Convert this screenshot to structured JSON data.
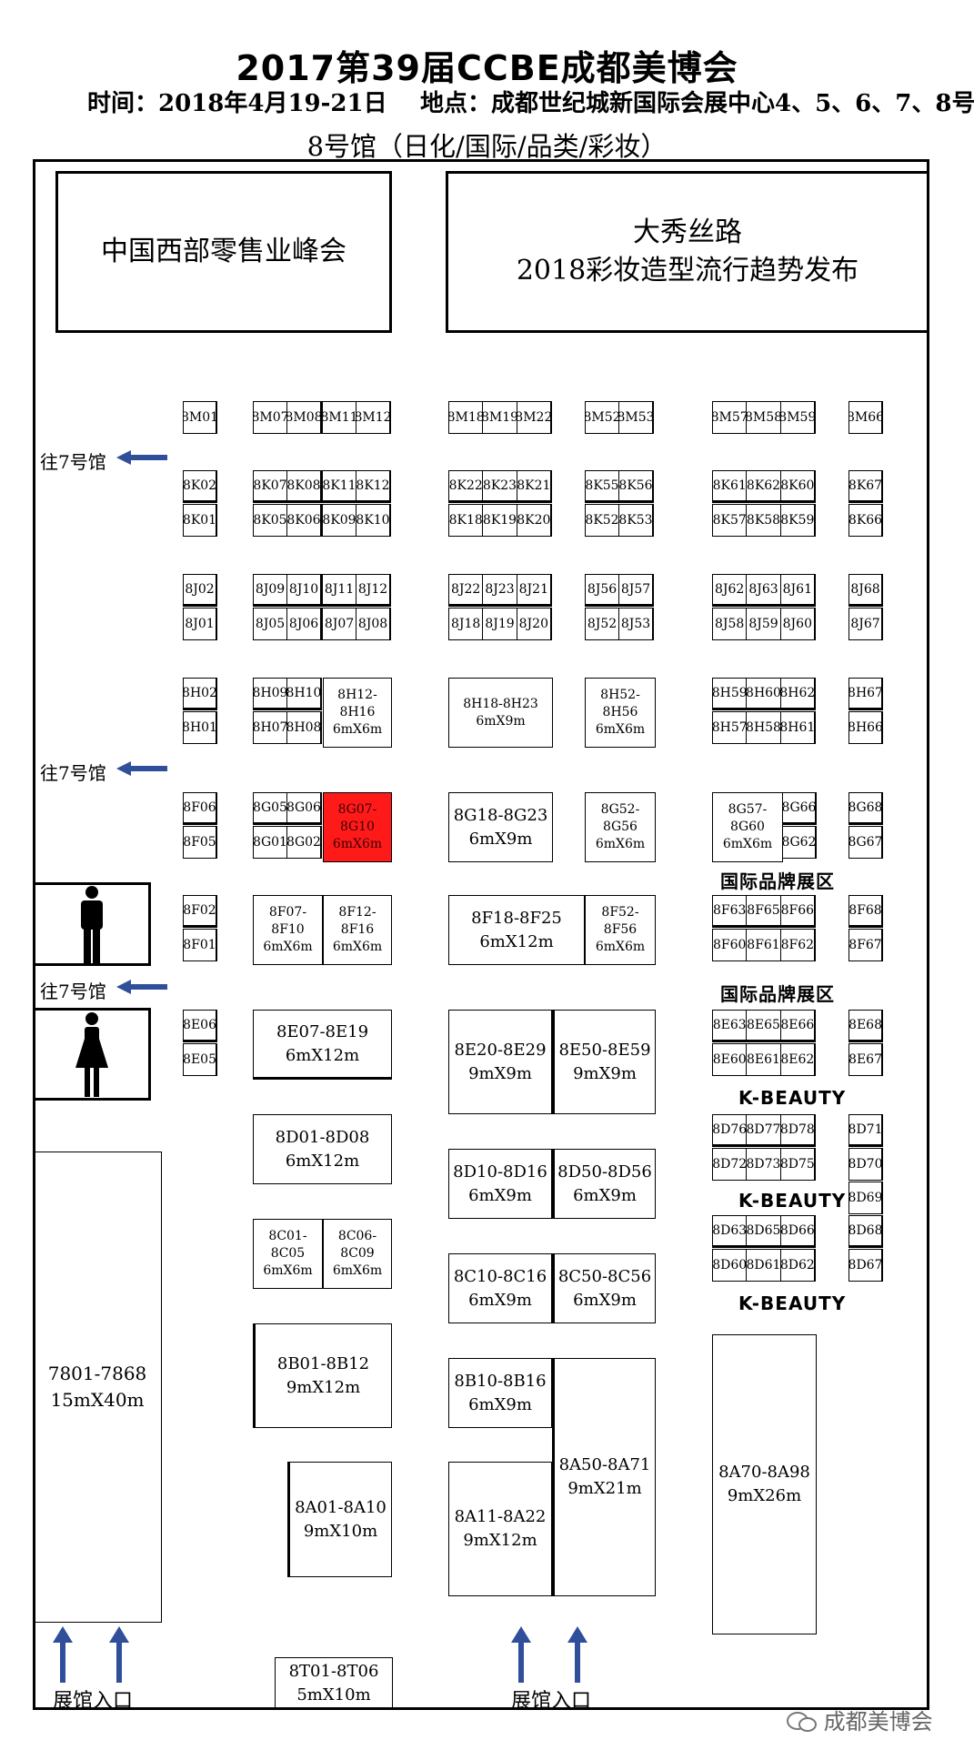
{
  "header": {
    "title": "2017第39届CCBE成都美博会",
    "time": "时间：2018年4月19-21日",
    "location": "地点：成都世纪城新国际会展中心4、5、6、7、8号",
    "hall": "8号馆（日化/国际/品类/彩妆）"
  },
  "venues": {
    "summit": "中国西部零售业峰会",
    "show_line1": "大秀丝路",
    "show_line2": "2018彩妆造型流行趋势发布"
  },
  "labels": {
    "to_hall7": "往7号馆",
    "intl_brand": "国际品牌展区",
    "kbeauty": "K-BEAUTY",
    "entrance": "展馆入口",
    "logo": "成都美博会"
  },
  "rows": {
    "M": [
      [
        "8M01"
      ],
      [
        "8M07",
        "8M08",
        "8M11",
        "8M12"
      ],
      [
        "8M18",
        "8M19",
        "8M22"
      ],
      [
        "8M52",
        "8M53"
      ],
      [
        "8M57",
        "8M58",
        "8M59"
      ],
      [
        "8M66"
      ]
    ],
    "K2": [
      [
        "8K02"
      ],
      [
        "8K07",
        "8K08",
        "8K11",
        "8K12"
      ],
      [
        "8K22",
        "8K23",
        "8K21"
      ],
      [
        "8K55",
        "8K56"
      ],
      [
        "8K61",
        "8K62",
        "8K60"
      ],
      [
        "8K67"
      ]
    ],
    "K1": [
      [
        "8K01"
      ],
      [
        "8K05",
        "8K06",
        "8K09",
        "8K10"
      ],
      [
        "8K18",
        "8K19",
        "8K20"
      ],
      [
        "8K52",
        "8K53"
      ],
      [
        "8K57",
        "8K58",
        "8K59"
      ],
      [
        "8K66"
      ]
    ],
    "J2": [
      [
        "8J02"
      ],
      [
        "8J09",
        "8J10",
        "8J11",
        "8J12"
      ],
      [
        "8J22",
        "8J23",
        "8J21"
      ],
      [
        "8J56",
        "8J57"
      ],
      [
        "8J62",
        "8J63",
        "8J61"
      ],
      [
        "8J68"
      ]
    ],
    "J1": [
      [
        "8J01"
      ],
      [
        "8J05",
        "8J06",
        "8J07",
        "8J08"
      ],
      [
        "8J18",
        "8J19",
        "8J20"
      ],
      [
        "8J52",
        "8J53"
      ],
      [
        "8J58",
        "8J59",
        "8J60"
      ],
      [
        "8J67"
      ]
    ],
    "H2": [
      [
        "8H02"
      ],
      [
        "8H09",
        "8H10"
      ],
      [
        "8H59",
        "8H60",
        "8H62"
      ],
      [
        "8H67"
      ]
    ],
    "H1": [
      [
        "8H01"
      ],
      [
        "8H07",
        "8H08"
      ],
      [
        "8H57",
        "8H58",
        "8H61"
      ],
      [
        "8H66"
      ]
    ],
    "G2": [
      [
        "8F06"
      ],
      [
        "8G05",
        "8G06"
      ],
      [
        "8G66"
      ],
      [
        "8G68"
      ]
    ],
    "G1": [
      [
        "8F05"
      ],
      [
        "8G01",
        "8G02"
      ],
      [
        "8G62"
      ],
      [
        "8G67"
      ]
    ],
    "F2": [
      [
        "8F02"
      ],
      [
        "8F63",
        "8F65",
        "8F66"
      ],
      [
        "8F68"
      ]
    ],
    "F1": [
      [
        "8F01"
      ],
      [
        "8F60",
        "8F61",
        "8F62"
      ],
      [
        "8F67"
      ]
    ],
    "E2": [
      [
        "8E06"
      ],
      [
        "8E63",
        "8E65",
        "8E66"
      ],
      [
        "8E68"
      ]
    ],
    "E1": [
      [
        "8E05"
      ],
      [
        "8E60",
        "8E61",
        "8E62"
      ],
      [
        "8E67"
      ]
    ],
    "D2": [
      [
        "8D76",
        "8D77",
        "8D78"
      ],
      [
        "8D71"
      ]
    ],
    "D1": [
      [
        "8D72",
        "8D73",
        "8D75"
      ],
      [
        "8D70"
      ]
    ],
    "D0": [
      [
        "8D69"
      ]
    ],
    "DB2": [
      [
        "8D63",
        "8D65",
        "8D66"
      ],
      [
        "8D68"
      ]
    ],
    "DB1": [
      [
        "8D60",
        "8D61",
        "8D62"
      ],
      [
        "8D67"
      ]
    ]
  },
  "booths": {
    "h12": [
      "8H12-",
      "8H16",
      "6mX6m"
    ],
    "h18": [
      "8H18-8H23",
      "6mX9m"
    ],
    "h52": [
      "8H52-",
      "8H56",
      "6mX6m"
    ],
    "g07": [
      "8G07-",
      "8G10",
      "6mX6m"
    ],
    "g18": [
      "8G18-8G23",
      "6mX9m"
    ],
    "g52": [
      "8G52-",
      "8G56",
      "6mX6m"
    ],
    "g57": [
      "8G57-",
      "8G60",
      "6mX6m"
    ],
    "f07": [
      "8F07-",
      "8F10",
      "6mX6m"
    ],
    "f12": [
      "8F12-",
      "8F16",
      "6mX6m"
    ],
    "f18": [
      "8F18-8F25",
      "6mX12m"
    ],
    "f52": [
      "8F52-",
      "8F56",
      "6mX6m"
    ],
    "e07": [
      "8E07-8E19",
      "6mX12m"
    ],
    "e20": [
      "8E20-8E29",
      "9mX9m"
    ],
    "e50": [
      "8E50-8E59",
      "9mX9m"
    ],
    "d01": [
      "8D01-8D08",
      "6mX12m"
    ],
    "d10": [
      "8D10-8D16",
      "6mX9m"
    ],
    "d50": [
      "8D50-8D56",
      "6mX9m"
    ],
    "c01": [
      "8C01-",
      "8C05",
      "6mX6m"
    ],
    "c06": [
      "8C06-",
      "8C09",
      "6mX6m"
    ],
    "c10": [
      "8C10-8C16",
      "6mX9m"
    ],
    "c50": [
      "8C50-8C56",
      "6mX9m"
    ],
    "b01": [
      "8B01-8B12",
      "9mX12m"
    ],
    "b10": [
      "8B10-8B16",
      "6mX9m"
    ],
    "a50": [
      "8A50-8A71",
      "9mX21m"
    ],
    "a01": [
      "8A01-8A10",
      "9mX10m"
    ],
    "a11": [
      "8A11-8A22",
      "9mX12m"
    ],
    "a70": [
      "8A70-8A98",
      "9mX26m"
    ],
    "z78": [
      "7801-7868",
      "15mX40m"
    ],
    "t01": [
      "8T01-8T06",
      "5mX10m"
    ]
  },
  "colors": {
    "highlight": "#ff1a1a",
    "arrow": "#2f4f9a"
  }
}
